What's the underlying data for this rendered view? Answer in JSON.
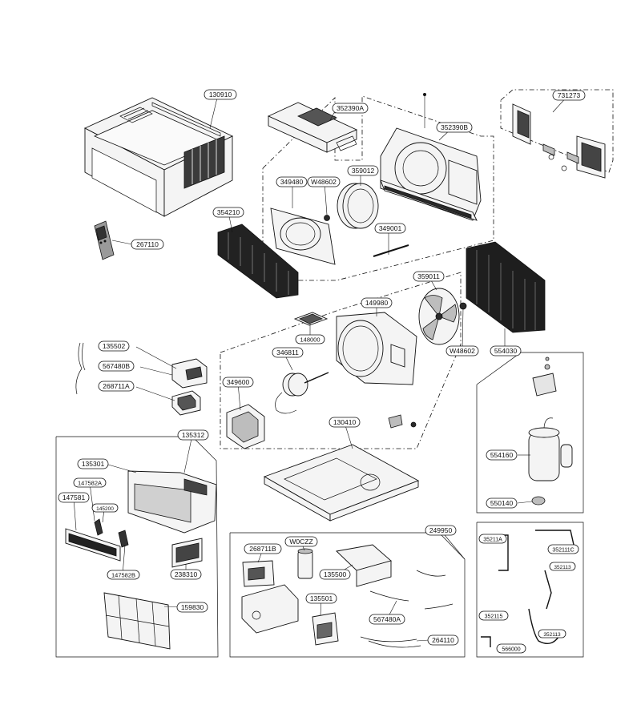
{
  "labels": {
    "p130910": "130910",
    "p352390A": "352390A",
    "p352390B": "352390B",
    "p731273": "731273",
    "p349480": "349480",
    "pW48602a": "W48602",
    "p359012": "359012",
    "p354210": "354210",
    "p267110": "267110",
    "p349001": "349001",
    "p359011": "359011",
    "p148000": "148000",
    "p149980": "149980",
    "p135502": "135502",
    "p567480B": "567480B",
    "p268711A": "268711A",
    "p346811": "346811",
    "p349600": "349600",
    "pW48602b": "W48602",
    "p554030": "554030",
    "p130410": "130410",
    "p554160": "554160",
    "p550140": "550140",
    "p135312": "135312",
    "p135301": "135301",
    "p147582A": "147582A",
    "p147581": "147581",
    "p145200": "145200",
    "p147582B": "147582B",
    "p238310": "238310",
    "p159830": "159830",
    "p249950": "249950",
    "p268711B": "268711B",
    "pW0CZZ": "W0CZZ",
    "p135500": "135500",
    "p135501": "135501",
    "p567480A": "567480A",
    "p264110": "264110",
    "p35211A": "35211A",
    "p352111C": "352111C",
    "p352113": "352113",
    "p352115": "352115",
    "p352113b": "352113",
    "p566000": "566000"
  }
}
